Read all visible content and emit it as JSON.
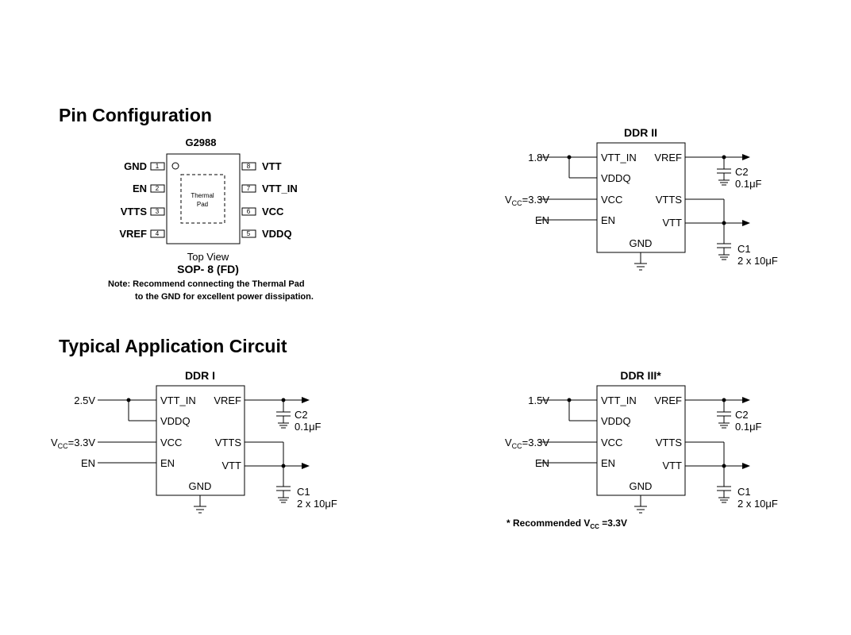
{
  "pin_config": {
    "heading": "Pin Configuration",
    "chip_name": "G2988",
    "left_pins": [
      {
        "name": "GND",
        "num": "1"
      },
      {
        "name": "EN",
        "num": "2"
      },
      {
        "name": "VTTS",
        "num": "3"
      },
      {
        "name": "VREF",
        "num": "4"
      }
    ],
    "right_pins": [
      {
        "num": "8",
        "name": "VTT"
      },
      {
        "num": "7",
        "name": "VTT_IN"
      },
      {
        "num": "6",
        "name": "VCC"
      },
      {
        "num": "5",
        "name": "VDDQ"
      }
    ],
    "thermal_line1": "Thermal",
    "thermal_line2": "Pad",
    "top_view": "Top View",
    "package": "SOP- 8 (FD)",
    "note_line1": "Note: Recommend connecting the Thermal Pad",
    "note_line2": "to the GND for excellent power dissipation."
  },
  "app_heading": "Typical Application Circuit",
  "circuits": [
    {
      "id": "ddr1",
      "title": "DDR I",
      "vin": "2.5V"
    },
    {
      "id": "ddr2",
      "title": "DDR II",
      "vin": "1.8V"
    },
    {
      "id": "ddr3",
      "title": "DDR III*",
      "vin": "1.5V"
    }
  ],
  "common": {
    "vcc_main": "V",
    "vcc_sub": "CC",
    "vcc_val": "=3.3V",
    "en": "EN",
    "pin_vtt_in": "VTT_IN",
    "pin_vddq": "VDDQ",
    "pin_vcc": "VCC",
    "pin_en": "EN",
    "pin_gnd": "GND",
    "pin_vref": "VREF",
    "pin_vtts": "VTTS",
    "pin_vtt": "VTT",
    "c2_name": "C2",
    "c2_val": "0.1μF",
    "c1_name": "C1",
    "c1_val": "2 x 10μF"
  },
  "footnote": {
    "prefix": "* Recommended V",
    "sub": "CC",
    "suffix": " =3.3V"
  }
}
